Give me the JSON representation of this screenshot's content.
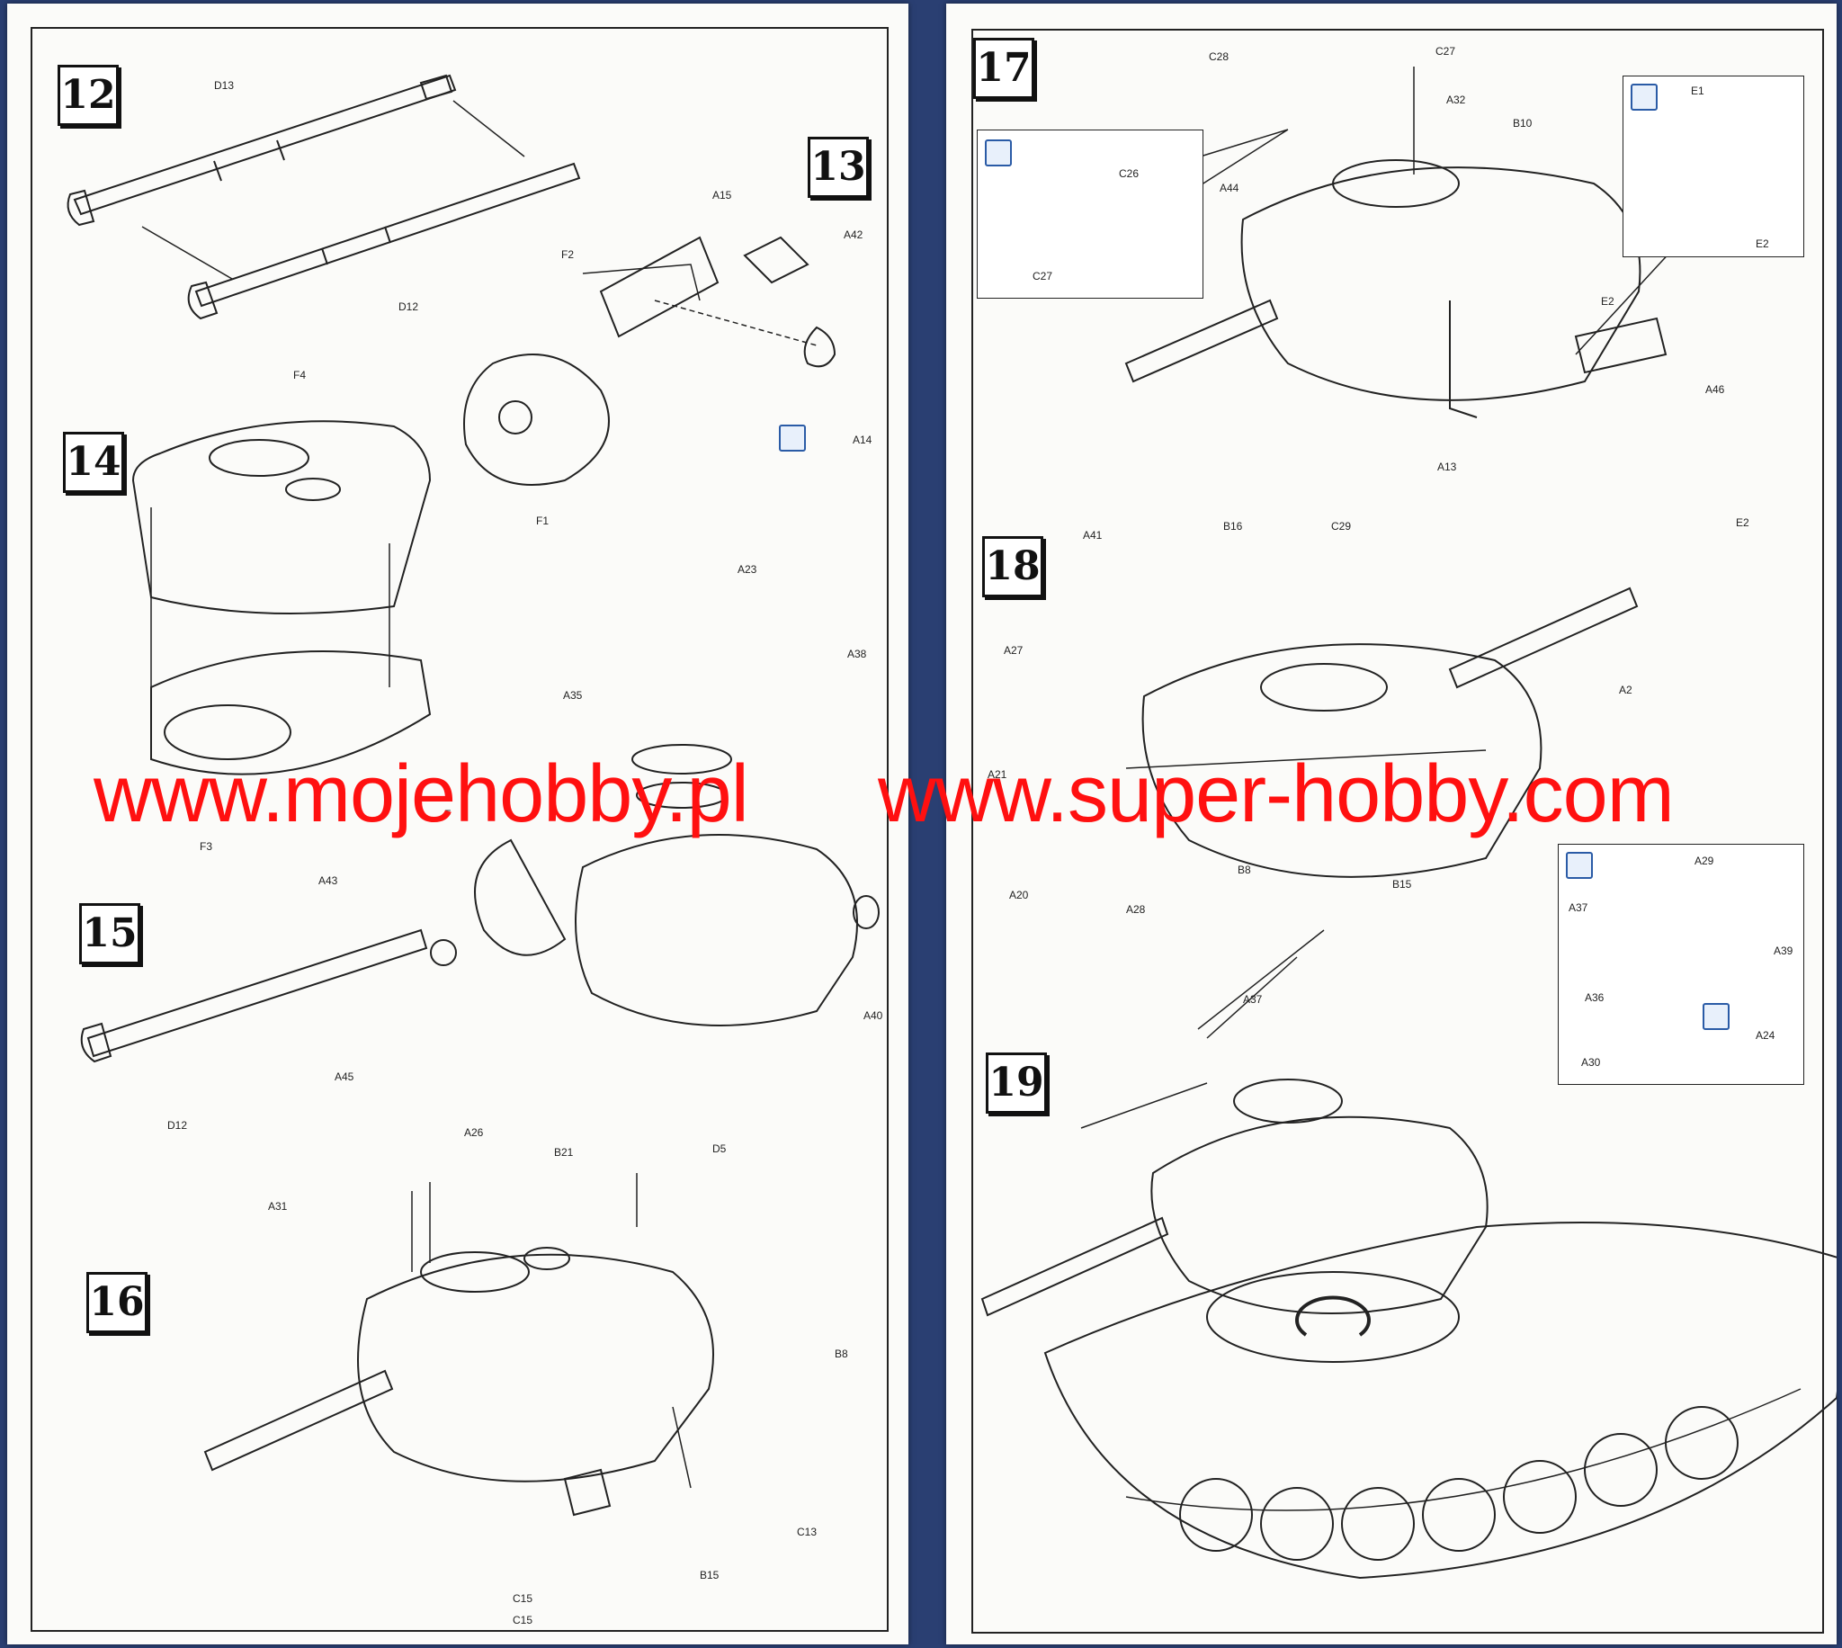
{
  "steps": [
    "12",
    "13",
    "14",
    "15",
    "16",
    "17",
    "18",
    "19"
  ],
  "parts": {
    "s12": [
      "D13",
      "D12"
    ],
    "s13": [
      "F2",
      "A15",
      "A42",
      "A14",
      "F1"
    ],
    "s14": [
      "F4",
      "F3"
    ],
    "s15": [
      "A23",
      "A38",
      "A35",
      "F",
      "A43",
      "A40",
      "A45",
      "D12"
    ],
    "s16": [
      "A26",
      "B21",
      "D5",
      "A31",
      "B8",
      "C13",
      "B15",
      "C15",
      "C15"
    ],
    "s17": [
      "C28",
      "C27",
      "A32",
      "B10",
      "C26",
      "C27",
      "A44",
      "E1",
      "E2",
      "E2",
      "A46",
      "A13",
      "E2"
    ],
    "s18": [
      "A41",
      "B16",
      "C29",
      "A27",
      "A2",
      "A21",
      "B8",
      "A20",
      "A28",
      "B15"
    ],
    "s19": [
      "A29",
      "A37",
      "A39",
      "A36",
      "A24",
      "A30",
      "A37"
    ]
  },
  "watermark": {
    "left": "www.mojehobby.pl",
    "right": "www.super-hobby.com"
  },
  "colors": {
    "background": "#2a3f72",
    "page": "#fbfbf9",
    "watermark": "#ff1010",
    "icon_accent": "#2a5ba6"
  },
  "icons": [
    "paint-brush-icon",
    "cement-glue-icon"
  ]
}
